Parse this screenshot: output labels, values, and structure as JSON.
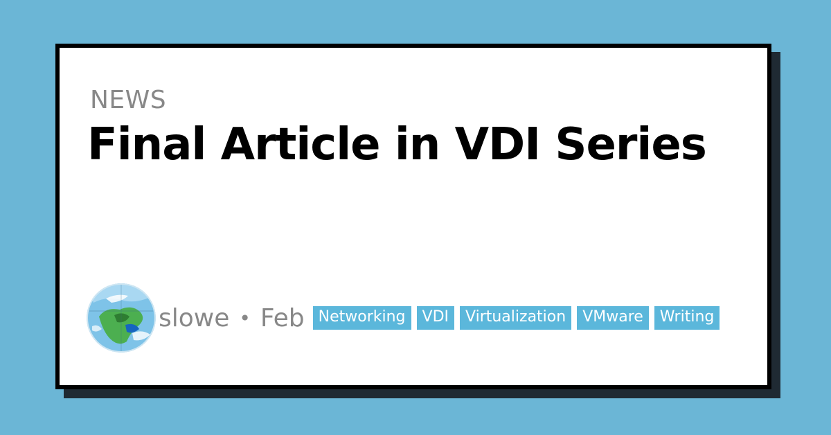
{
  "post": {
    "category": "NEWS",
    "title": "Final Article in VDI Series",
    "author": "slowe",
    "separator": "•",
    "date": "Feb",
    "tags": [
      "Networking",
      "VDI",
      "Virtualization",
      "VMware",
      "Writing"
    ]
  },
  "colors": {
    "background": "#6bb6d6",
    "card_border": "#000000",
    "tag_background": "#5bb7db",
    "muted_text": "#888888"
  }
}
